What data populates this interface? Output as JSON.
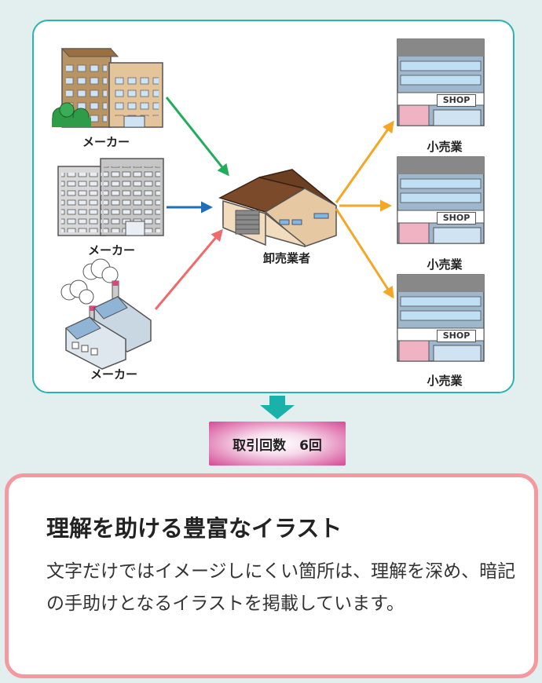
{
  "diagram": {
    "manufacturers": [
      {
        "label": "メーカー"
      },
      {
        "label": "メーカー"
      },
      {
        "label": "メーカー"
      }
    ],
    "wholesaler": {
      "label": "卸売業者"
    },
    "retailers": [
      {
        "label": "小売業",
        "sign": "SHOP"
      },
      {
        "label": "小売業",
        "sign": "SHOP"
      },
      {
        "label": "小売業",
        "sign": "SHOP"
      }
    ],
    "arrow_colors": {
      "manufacturer_1": "#1fad5a",
      "manufacturer_2": "#1f6fb8",
      "manufacturer_3": "#ef6b6b",
      "to_retail": "#f5a623",
      "down": "#19b2aa"
    }
  },
  "badge": {
    "text": "取引回数　6回"
  },
  "feature_card": {
    "title": "理解を助ける豊富なイラスト",
    "body": "文字だけではイメージしにくい箇所は、理解を深め、暗記の手助けとなるイラストを掲載しています。"
  }
}
